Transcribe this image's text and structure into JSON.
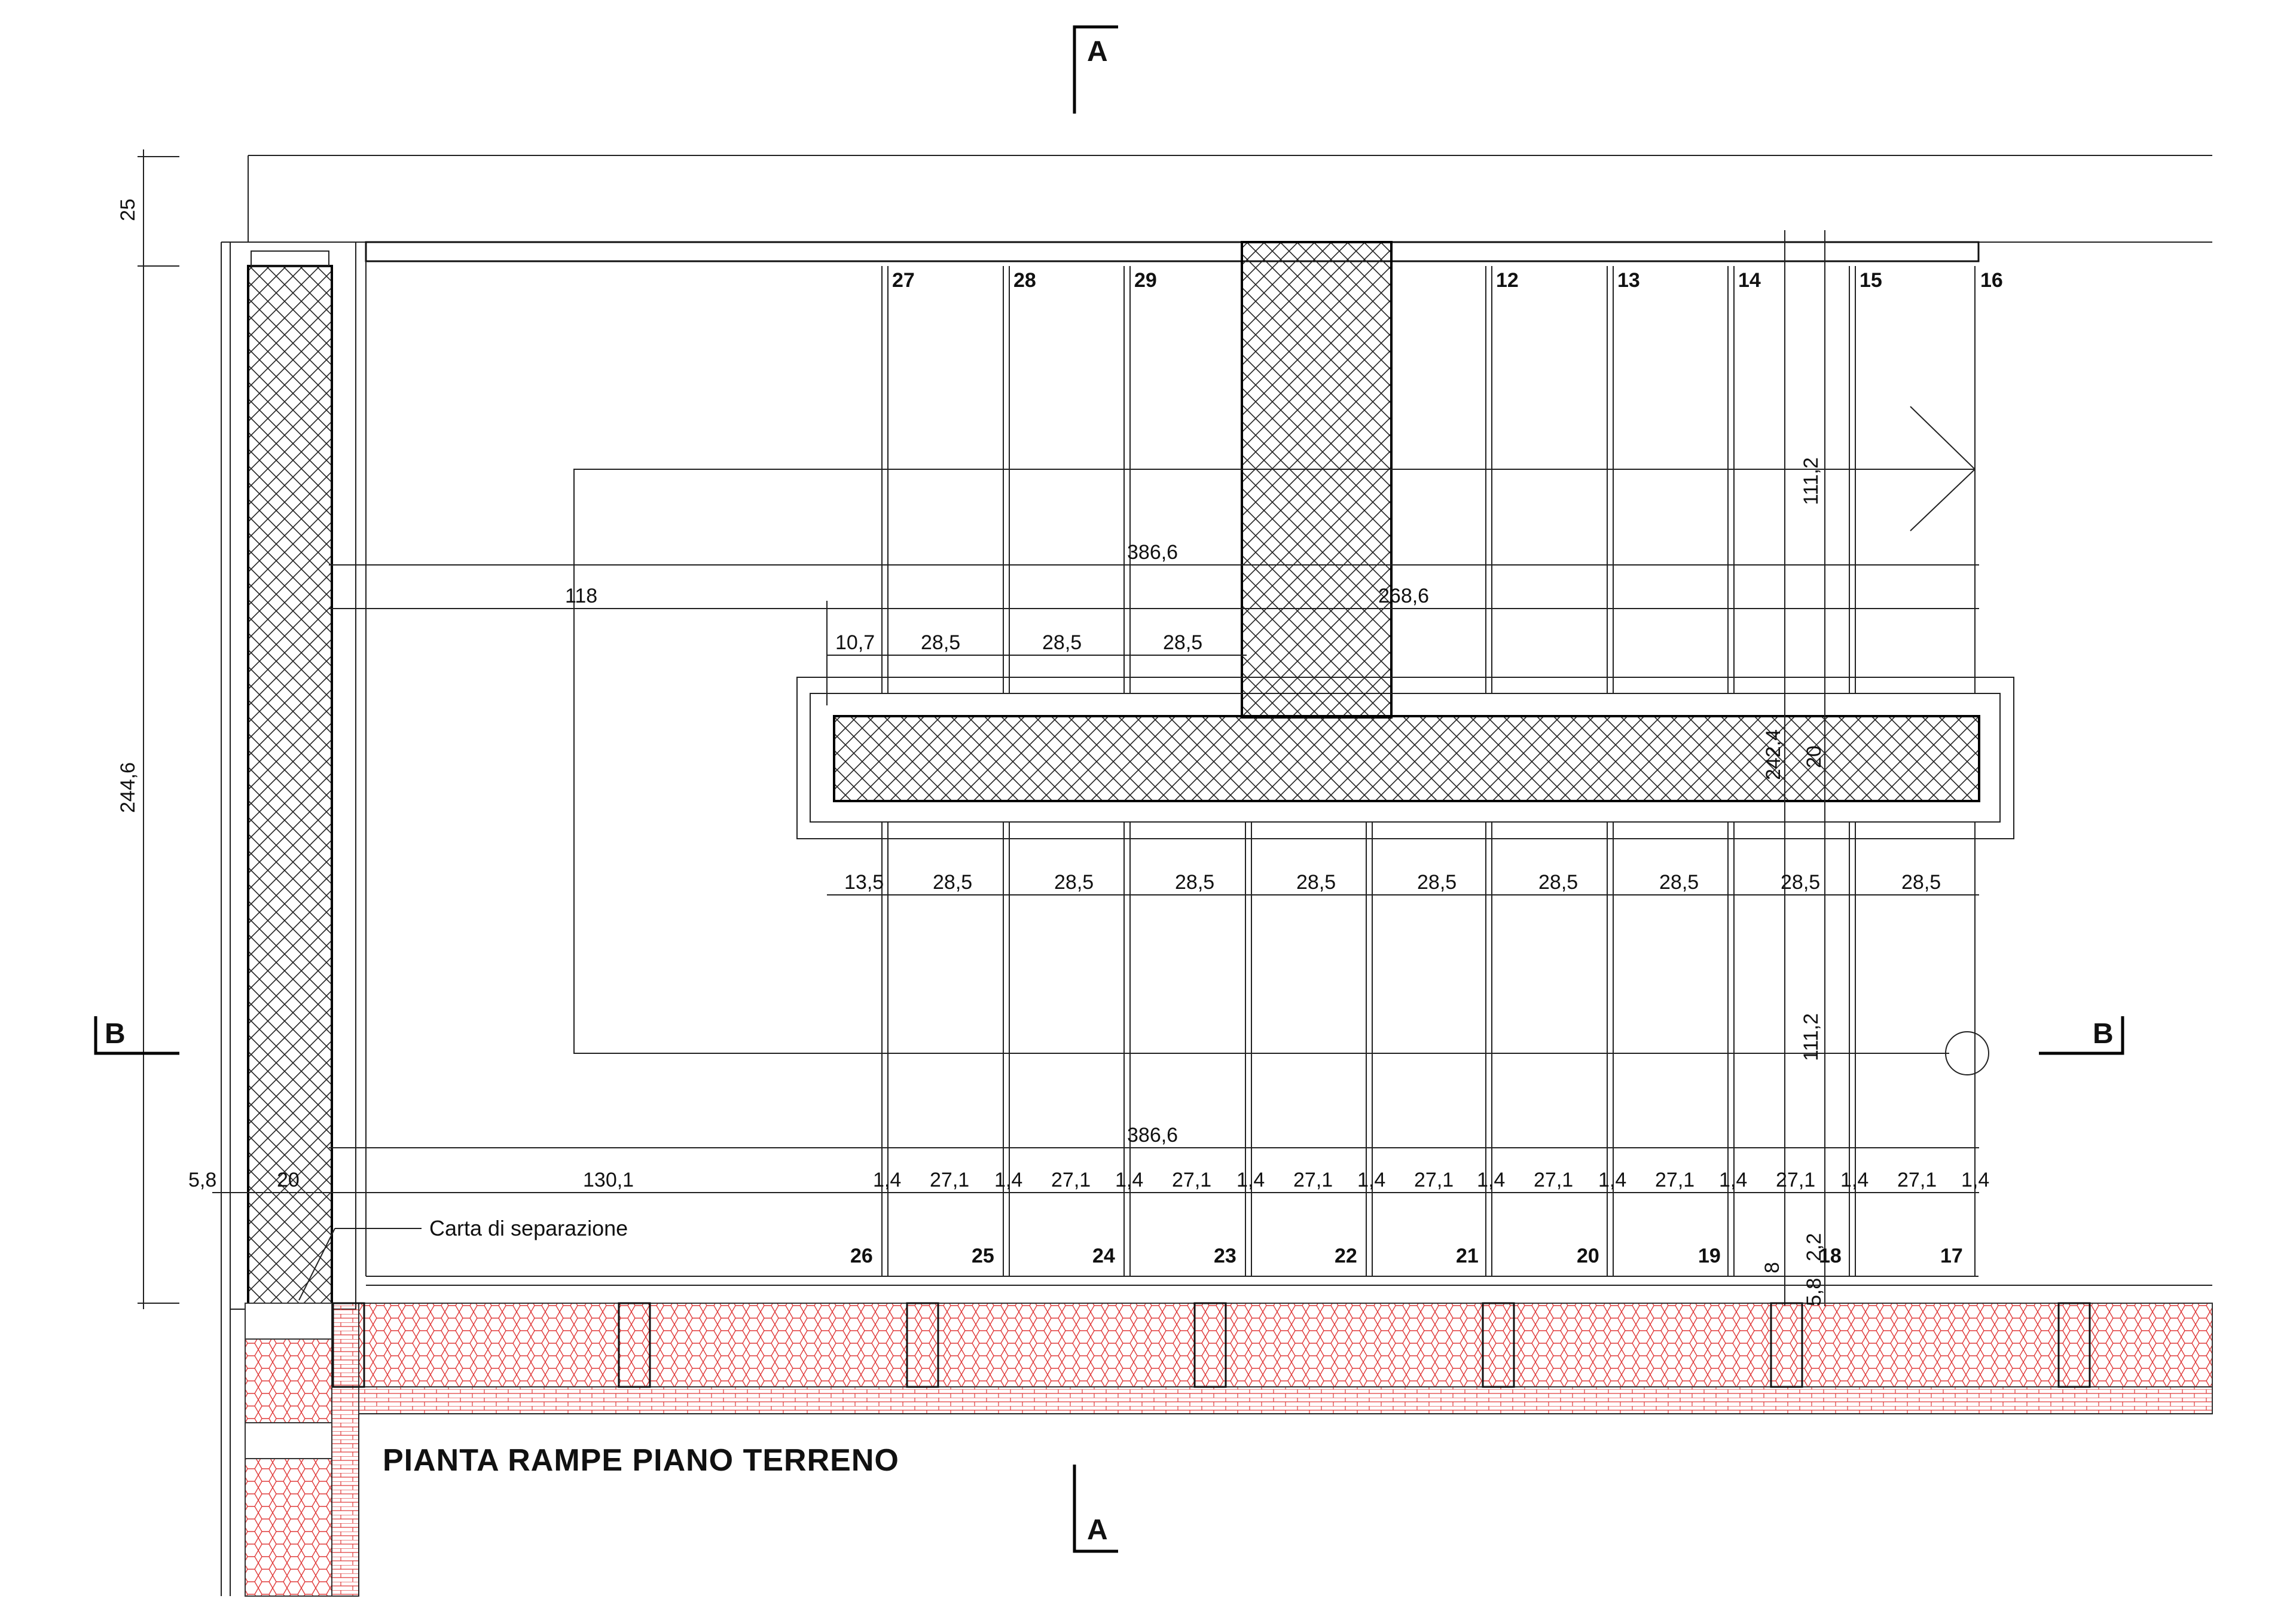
{
  "title": "PIANTA RAMPE PIANO TERRENO",
  "section_marks": {
    "a_top": "A",
    "a_bottom": "A",
    "b_left": "B",
    "b_right": "B"
  },
  "note": "Carta di separazione",
  "steps_top": [
    "27",
    "28",
    "29",
    "12",
    "13",
    "14",
    "15",
    "16"
  ],
  "steps_bottom": [
    "26",
    "25",
    "24",
    "23",
    "22",
    "21",
    "20",
    "19",
    "18",
    "17"
  ],
  "dims": {
    "left_25": "25",
    "left_244_6": "244,6",
    "overall_top": "386,6",
    "overall_bottom": "386,6",
    "d118": "118",
    "d268_6": "268,6",
    "d111_2_top": "111,2",
    "d111_2_bottom": "111,2",
    "d242_4": "242,4",
    "d20_vert": "20",
    "d10_7": "10,7",
    "d13_5": "13,5",
    "d28_5": "28,5",
    "d5_8_left": "5,8",
    "d20_left": "20",
    "d130_1": "130,1",
    "d1_4": "1,4",
    "d27_1": "27,1",
    "d8": "8",
    "d5_8_right": "5,8",
    "d2_2": "2,2"
  },
  "colors": {
    "insulation": "#e03a3a",
    "line": "#111111"
  }
}
